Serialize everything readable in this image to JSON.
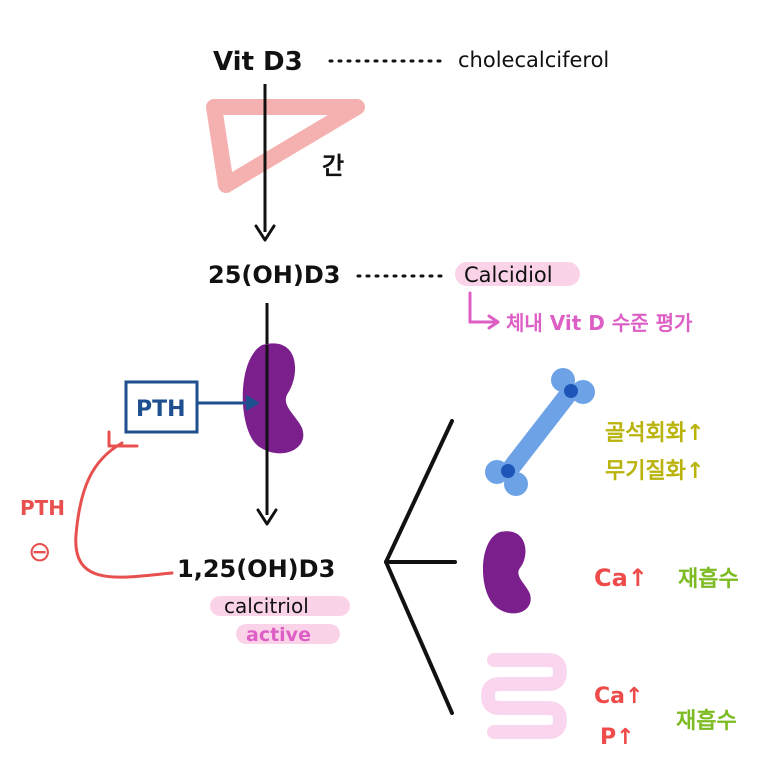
{
  "labels": {
    "vitd3": "Vit D3",
    "cholecalciferol": "cholecalciferol",
    "liver": "간",
    "calcidiol_compound": "25(OH)D3",
    "calcidiol": "Calcidiol",
    "calcidiol_note": "체내 Vit D 수준 평가",
    "pth_box": "PTH",
    "pth_left": "PTH",
    "minus": "⊖",
    "calcitriol_compound": "1,25(OH)D3",
    "calcitriol": "calcitriol",
    "active": "active",
    "bone_line1": "골석회화↑",
    "bone_line2": "무기질화↑",
    "kidney_ca": "Ca↑",
    "kidney_reabsorb": "재흡수",
    "intestine_ca": "Ca↑",
    "intestine_p": "P↑",
    "intestine_absorb": "재흡수"
  },
  "colors": {
    "black": "#111111",
    "liver_pink": "#f5b1b0",
    "kidney_purple": "#7b1f8c",
    "pth_blue": "#1e4f8e",
    "pth_red": "#e8504f",
    "highlight_pink": "#fbd3e8",
    "note_magenta": "#dd5fc6",
    "bone_blue": "#6da3e6",
    "olive": "#b9b30c",
    "green": "#7dbb22",
    "red": "#ef4b4b",
    "intestine_pink": "#f9d6ee"
  }
}
